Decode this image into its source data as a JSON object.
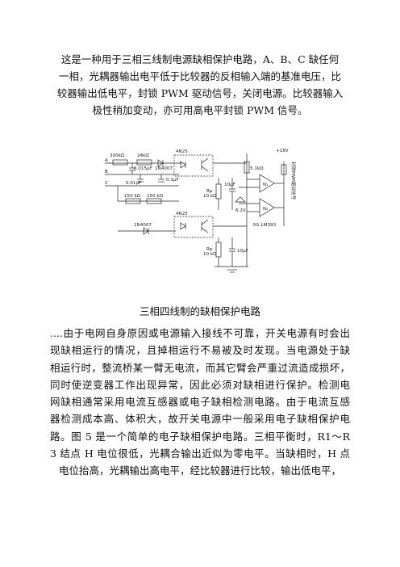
{
  "intro": {
    "lines": [
      "这是一种用于三相三线制电源缺相保护电路，A、B、C 缺任何",
      "一相，光耦器输出电平低于比较器的反相输入端的基准电压，比",
      "较器输出低电平，封锁 PWM 驱动信号，关闭电源。比较器输入",
      "极性稍加变动，亦可用高电平封锁 PWM 信号。"
    ]
  },
  "figure": {
    "labels": {
      "r1": "300kΩ",
      "r2": "24kΩ",
      "c1": "0.015μF",
      "d1": "1N4007",
      "opto1": "4N25",
      "vcc": "+18V",
      "r_top": "5.1kΩ",
      "pwm": "封锁PWM驱动信号",
      "c2": "0.01μF",
      "c3": "0.1μF",
      "r3": "150 kΩ",
      "r4": "150 kΩ",
      "rp1": "Rp",
      "rp1_val": "10 kΩ",
      "c4": "10μF",
      "zener": "6.2V",
      "n1": "N₁",
      "n2": "N₂",
      "ic": "N1 LM393",
      "d2": "1N4007",
      "opto2": "4N25",
      "rp2": "Rp",
      "rp2_val": "10 kΩ",
      "c5": "10μF",
      "phase_a": "A",
      "phase_b": "B",
      "phase_c": "C"
    }
  },
  "caption": "三相四线制的缺相保护电路",
  "body": {
    "lines": [
      "....由于电网自身原因或电源输入接线不可靠，开关电源有时会出",
      "现缺相运行的情况，且掉相运行不易被及时发现。当电源处于缺",
      "相运行时，整流桥某一臂无电流，而其它臂会严重过流造成损坏，",
      "同时使逆变器工作出现异常，因此必须对缺相进行保护。检测电",
      "网缺相通常采用电流互感器或电子缺相检测电路。由于电流互感",
      "器检测成本高、体积大，故开关电源中一般采用电子缺相保护电",
      "路。图 5 是一个简单的电子缺相保护电路。三相平衡时，R1～R",
      "3 结点 H 电位很低，光耦合输出近似为零电平。当缺相时，H 点",
      "电位抬高，光耦输出高电平，经比较器进行比较，输出低电平，"
    ]
  }
}
